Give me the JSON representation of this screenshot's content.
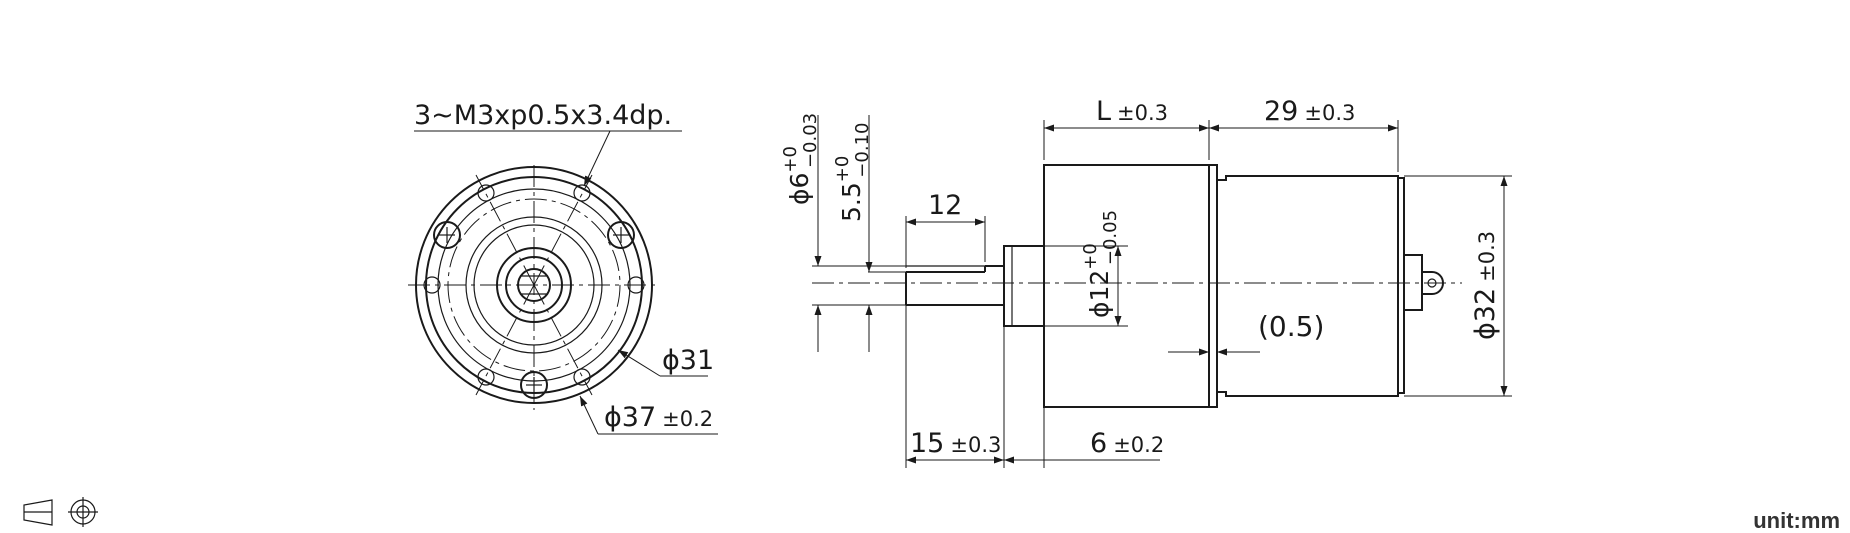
{
  "front_view": {
    "thread_callout": "3~M3xp0.5x3.4dp.",
    "dia_inner": "ϕ31",
    "dia_outer_value": "ϕ37",
    "dia_outer_tol": "±0.2"
  },
  "side_view": {
    "shaft_dia": {
      "base": "ϕ6",
      "upper": "+0",
      "lower": "−0.03"
    },
    "shaft_flat": {
      "base": "5.5",
      "upper": "+0",
      "lower": "−0.10"
    },
    "flat_length": "12",
    "boss_dia": {
      "base": "ϕ12",
      "upper": "+0",
      "lower": "−0.05"
    },
    "gearbox_length": {
      "base": "L",
      "tol": "±0.3"
    },
    "motor_length": {
      "base": "29",
      "tol": "±0.3"
    },
    "motor_dia": {
      "base": "ϕ32",
      "tol": "±0.3"
    },
    "gap": "(0.5)",
    "shaft_length": {
      "base": "15",
      "tol": "±0.3"
    },
    "boss_length": {
      "base": "6",
      "tol": "±0.2"
    }
  },
  "projection_symbol": "first-angle-projection-icon",
  "unit_label": "unit:mm"
}
